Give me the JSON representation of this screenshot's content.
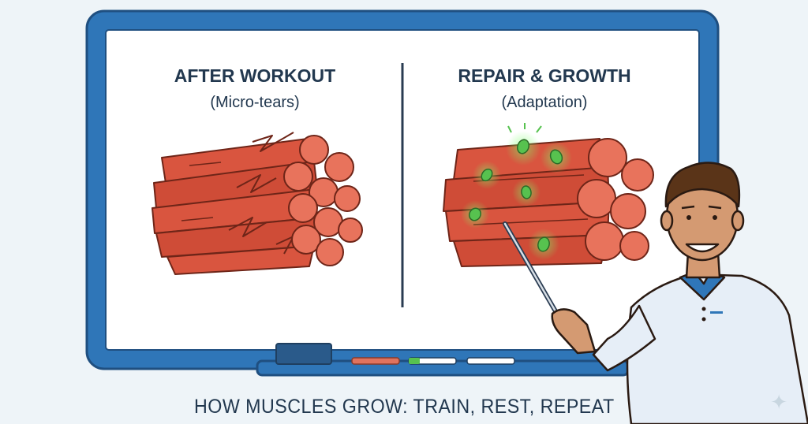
{
  "left_panel": {
    "title": "AFTER WORKOUT",
    "subtitle": "(Micro-tears)"
  },
  "right_panel": {
    "title": "REPAIR & GROWTH",
    "subtitle": "(Adaptation)"
  },
  "headline": "HOW MUSCLES GROW: TRAIN, REST, REPEAT",
  "colors": {
    "background": "#eef4f8",
    "board_frame": "#2f76b8",
    "board_surface": "#ffffff",
    "muscle": "#d9553f",
    "muscle_dark": "#a83a2a",
    "repair_cell": "#57c24f",
    "headline": "#22384f",
    "shirt": "#e6eef7"
  },
  "icons": {
    "watermark": "sparkle-icon"
  }
}
